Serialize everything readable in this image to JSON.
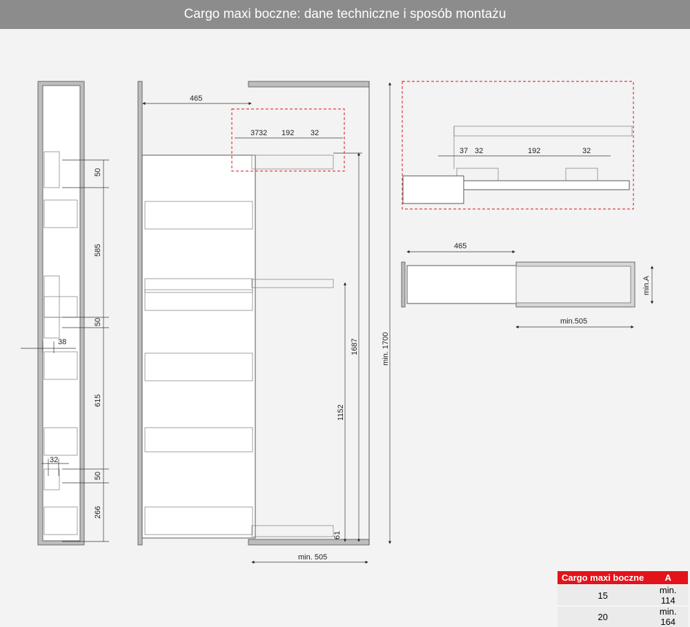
{
  "title": "Cargo maxi boczne: dane techniczne i sposób montażu",
  "side_view": {
    "dims": [
      "50",
      "585",
      "50",
      "615",
      "50",
      "266"
    ],
    "dim_38": "38",
    "dim_32": "32"
  },
  "front_view": {
    "width": "465",
    "top_dims": [
      "37",
      "32",
      "192",
      "32"
    ],
    "h_1687": "1687",
    "h_1152": "1152",
    "h_1700": "min. 1700",
    "h_61": "61",
    "depth": "min. 505"
  },
  "detail_view": {
    "dims": [
      "37",
      "32",
      "192",
      "32"
    ]
  },
  "top_view": {
    "width": "465",
    "depth": "min.505",
    "a": "min.A"
  },
  "spec_table": {
    "headers": [
      "Cargo maxi boczne",
      "A"
    ],
    "rows": [
      [
        "15",
        "min. 114"
      ],
      [
        "20",
        "min. 164"
      ]
    ]
  },
  "colors": {
    "accent": "#e3131b",
    "title_bar": "#8c8c8c",
    "detail_frame": "#e2383f"
  }
}
